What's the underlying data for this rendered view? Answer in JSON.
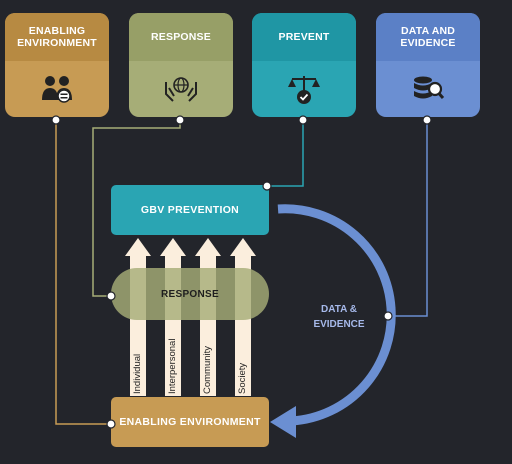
{
  "cards": {
    "enabling_environment": {
      "label": "ENABLING ENVIRONMENT",
      "icon": "people-equality-icon",
      "color": "#c79b54"
    },
    "response": {
      "label": "RESPONSE",
      "icon": "globe-hands-icon",
      "color": "#a6ad77"
    },
    "prevent": {
      "label": "PREVENT",
      "icon": "scales-check-icon",
      "color": "#2aa5b3"
    },
    "data_and_evidence": {
      "label": "DATA AND EVIDENCE",
      "icon": "database-search-icon",
      "color": "#6b8fd2"
    }
  },
  "diagram": {
    "gbv_prevention": "GBV PREVENTION",
    "response": "RESPONSE",
    "enabling_environment": "ENABLING ENVIRONMENT",
    "data_evidence_line1": "DATA &",
    "data_evidence_line2": "EVIDENCE",
    "levels": [
      "Individual",
      "Interpersonal",
      "Community",
      "Society"
    ]
  },
  "colors": {
    "background": "#23252b",
    "arc": "#6b8fd2",
    "arrows": "#fbeedd"
  }
}
